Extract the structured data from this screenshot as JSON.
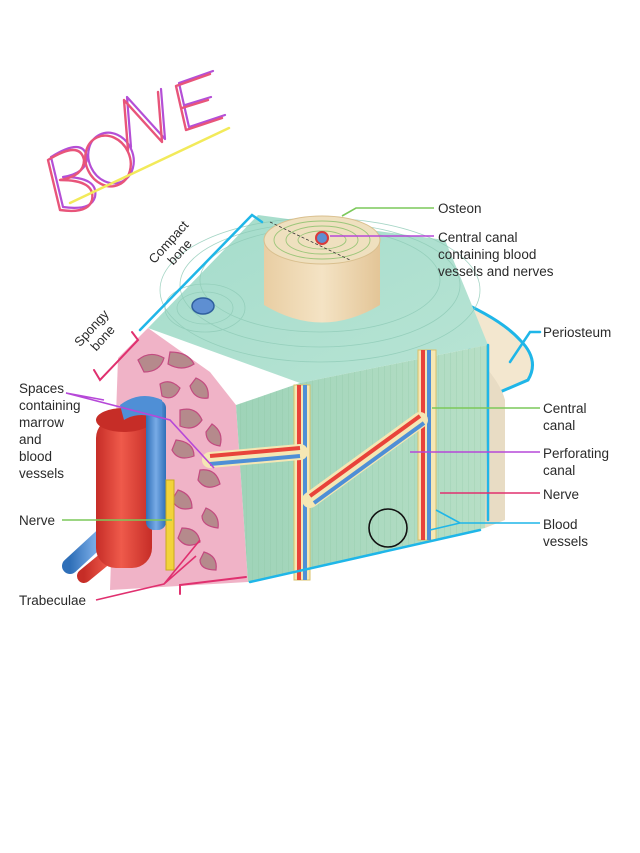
{
  "title": "BONE",
  "labels": {
    "osteon": "Osteon",
    "central_canal_vessels": [
      "Central canal",
      "containing blood",
      "vessels and nerves"
    ],
    "periosteum": "Periosteum",
    "central_canal": [
      "Central",
      "canal"
    ],
    "perforating_canal": [
      "Perforating",
      "canal"
    ],
    "nerve_right": "Nerve",
    "blood_vessels": [
      "Blood",
      "vessels"
    ],
    "spaces": [
      "Spaces",
      "containing",
      "marrow",
      "and",
      "blood",
      "vessels"
    ],
    "nerve_left": "Nerve",
    "trabeculae": "Trabeculae",
    "compact_bone": [
      "Compact",
      "bone"
    ],
    "spongy_bone": [
      "Spongy",
      "bone"
    ]
  },
  "colors": {
    "title": "#e8557a",
    "title_shadow": "#b44fd6",
    "underline": "#f2ea5a",
    "cyan_bracket": "#1fb6e8",
    "green_line": "#7cc95a",
    "purple_line": "#b648d8",
    "pink_line": "#e0306f",
    "compact_bone": "#a8dcc8",
    "spongy_bone": "#f0b3c7",
    "osteon": "#ecd7b0",
    "artery": "#e8433a",
    "vein": "#4f8fd6",
    "nerve": "#f2d33c"
  }
}
